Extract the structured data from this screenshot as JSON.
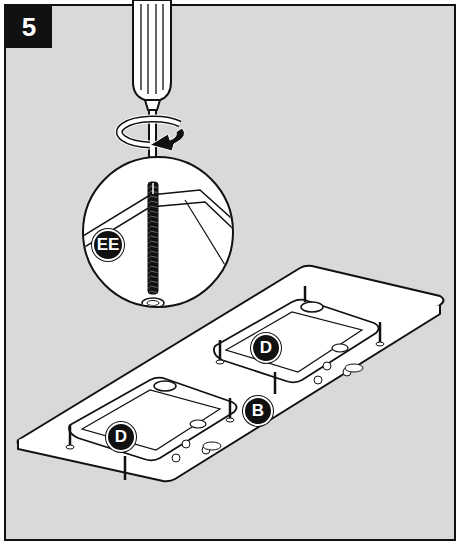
{
  "diagram": {
    "nodes": [
      {
        "text": [
          "5"
        ]
      },
      {
        "text": [
          "EE"
        ]
      },
      {
        "text": [
          "D"
        ]
      },
      {
        "text": [
          "B"
        ]
      },
      {
        "text": [
          "D"
        ]
      }
    ]
  }
}
